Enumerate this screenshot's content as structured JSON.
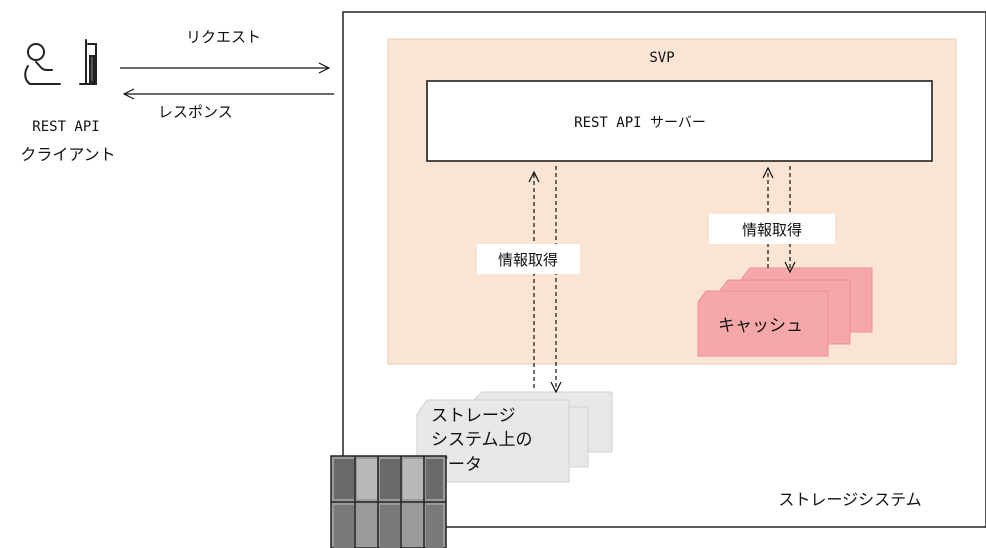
{
  "client": {
    "label_line1": "REST API",
    "label_line2": "クライアント",
    "icon": "user-computer-icon"
  },
  "arrows": {
    "request_label": "リクエスト",
    "response_label": "レスポンス"
  },
  "storage_system": {
    "label": "ストレージシステム",
    "icon": "storage-rack-icon"
  },
  "svp": {
    "label": "SVP",
    "color": "#fae4d4",
    "server": {
      "label": "REST API サーバー"
    }
  },
  "data_source_1": {
    "link_label": "情報取得",
    "stack_label_line1": "ストレージ",
    "stack_label_line2": "システム上の",
    "stack_label_line3": "データ",
    "color": "#e8e8e8"
  },
  "data_source_2": {
    "link_label": "情報取得",
    "stack_label": "キャッシュ",
    "color": "#f6a7a9"
  }
}
